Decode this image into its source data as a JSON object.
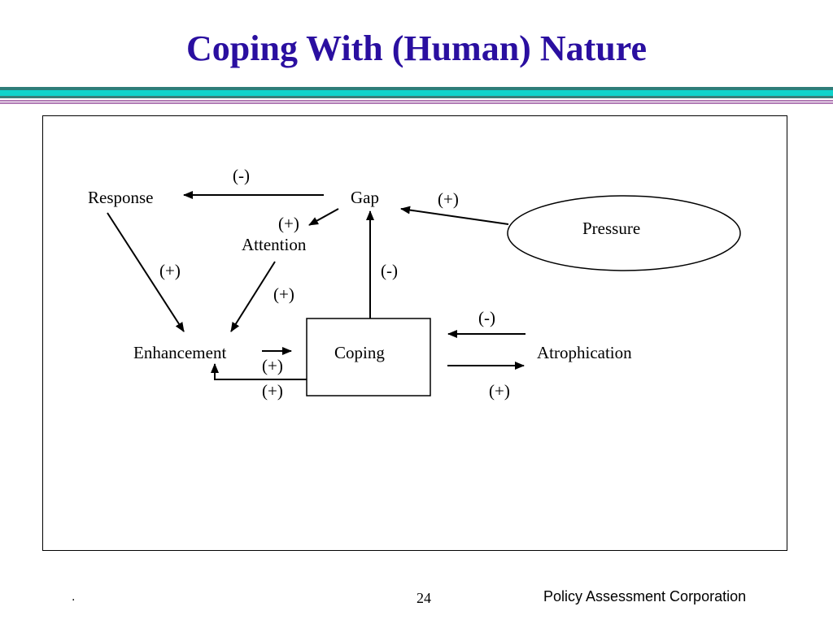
{
  "slide": {
    "title": "Coping With (Human) Nature"
  },
  "diagram": {
    "nodes": {
      "response": "Response",
      "gap": "Gap",
      "attention": "Attention",
      "pressure": "Pressure",
      "enhancement": "Enhancement",
      "coping": "Coping",
      "atrophication": "Atrophication"
    },
    "signs": {
      "gap_to_response": "(-)",
      "pressure_to_gap": "(+)",
      "gap_to_attention": "(+)",
      "response_to_enhancement": "(+)",
      "attention_to_enhancement": "(+)",
      "coping_to_gap": "(-)",
      "atrophication_to_coping": "(-)",
      "enhancement_to_coping": "(+)",
      "coping_to_enhancement": "(+)",
      "coping_to_atrophication": "(+)"
    }
  },
  "footer": {
    "left_mark": ".",
    "page_number": "24",
    "organization": "Policy Assessment Corporation"
  }
}
